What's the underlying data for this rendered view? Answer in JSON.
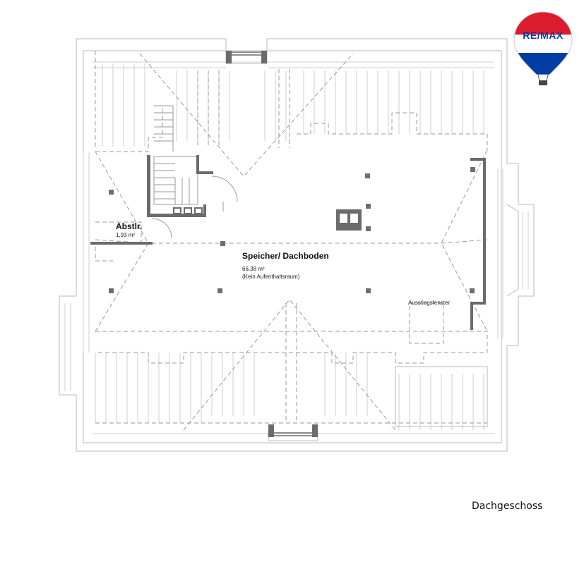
{
  "logo": {
    "text": "RE/MAX",
    "colors": {
      "red": "#dc1c2e",
      "blue": "#003da5",
      "white": "#ffffff"
    }
  },
  "rooms": {
    "attic": {
      "name": "Speicher/ Dachboden",
      "area": "66,38 m²",
      "note": "(Kein Aufenthaltsraum)"
    },
    "storage": {
      "name": "Abstlr.",
      "area": "1,93 m²"
    }
  },
  "labels": {
    "hatch": "Ausstiegsfenster"
  },
  "caption": "Dachgeschoss",
  "colors": {
    "line": "#b9b9b9",
    "dash": "#9a9a9a",
    "wall": "#6b6b6b",
    "post": "#6e6e6e"
  }
}
